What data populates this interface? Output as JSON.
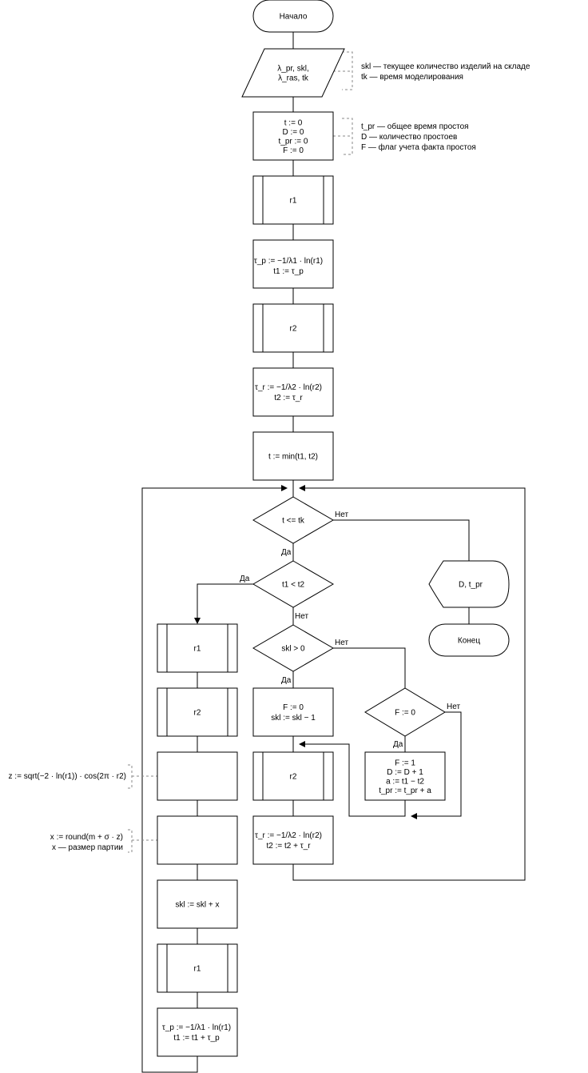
{
  "nodes": {
    "start": [
      "Начало"
    ],
    "input": [
      "λ_pr, skl,",
      "λ_ras, tk"
    ],
    "init": [
      "t := 0",
      "D := 0",
      "t_pr := 0",
      "F := 0"
    ],
    "r1_a": [
      "r1"
    ],
    "tau_p_init": [
      "τ_p := −1/λ1 · ln(r1)",
      "t1 := τ_p"
    ],
    "r2_a": [
      "r2"
    ],
    "tau_r_init": [
      "τ_r := −1/λ2 · ln(r2)",
      "t2 := τ_r"
    ],
    "tmin": [
      "t := min(t1, t2)"
    ],
    "cond_t": [
      "t <= tk"
    ],
    "cond_t1t2": [
      "t1 < t2"
    ],
    "cond_skl": [
      "skl > 0"
    ],
    "cond_F": [
      "F := 0"
    ],
    "r1_b": [
      "r1"
    ],
    "r2_b": [
      "r2"
    ],
    "z_box": [],
    "x_box": [],
    "skl_add": [
      "skl := skl + x"
    ],
    "r1_c": [
      "r1"
    ],
    "tau_p_loop": [
      "τ_p := −1/λ1 · ln(r1)",
      "t1 := t1 + τ_p"
    ],
    "F0_dec": [
      "F := 0",
      "skl := skl − 1"
    ],
    "F1_block": [
      "F := 1",
      "D := D + 1",
      "a := t1 − t2",
      "t_pr := t_pr + a"
    ],
    "r2_c": [
      "r2"
    ],
    "tau_r_loop": [
      "τ_r := −1/λ2 · ln(r2)",
      "t2 := t2 + τ_r"
    ],
    "output": [
      "D, t_pr"
    ],
    "end": [
      "Конец"
    ]
  },
  "edge_labels": {
    "yes": "Да",
    "no": "Нет"
  },
  "comments": {
    "input": [
      "skl — текущее количество изделий на складе",
      "tk — время моделирования"
    ],
    "init": [
      "t_pr — общее время простоя",
      "D — количество простоев",
      "F — флаг учета факта простоя"
    ],
    "z": [
      "z := sqrt(−2 · ln(r1)) · cos(2π · r2)"
    ],
    "x": [
      "x := round(m + σ · z)",
      "x — размер партии"
    ]
  }
}
